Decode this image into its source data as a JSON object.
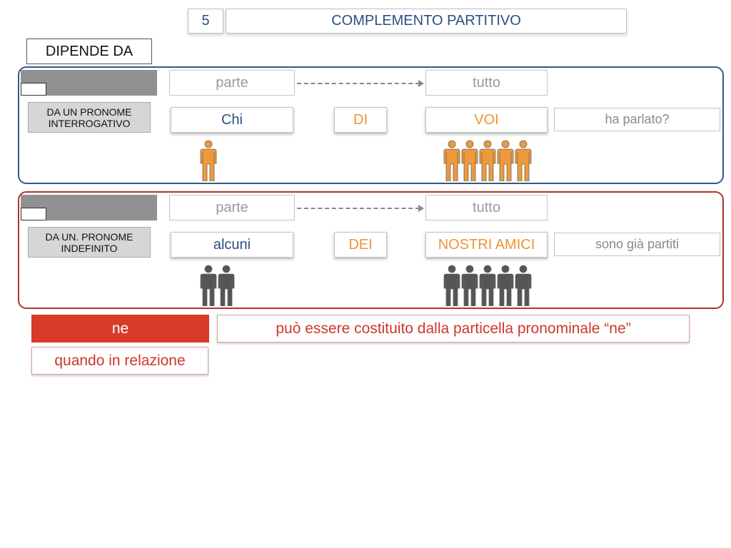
{
  "header": {
    "number": "5",
    "title": "COMPLEMENTO PARTITIVO"
  },
  "depends_label": "DIPENDE DA",
  "sections": [
    {
      "category": "DA UN PRONOME INTERROGATIVO",
      "part_label": "parte",
      "whole_label": "tutto",
      "part": "Chi",
      "prep": "DI",
      "whole": "VOI",
      "rest": "ha parlato?",
      "part_people": 1,
      "whole_people": 5,
      "people_color": "#f0993a"
    },
    {
      "category": "DA UN. PRONOME INDEFINITO",
      "part_label": "parte",
      "whole_label": "tutto",
      "part": "alcuni",
      "prep": "DEI",
      "whole": "NOSTRI AMICI",
      "rest": "sono già partiti",
      "part_people": 2,
      "whole_people": 5,
      "people_color": "#555555"
    }
  ],
  "ne": {
    "button": "ne",
    "description": "può essere costituito dalla particella pronominale “ne”",
    "relation": "quando in relazione"
  }
}
